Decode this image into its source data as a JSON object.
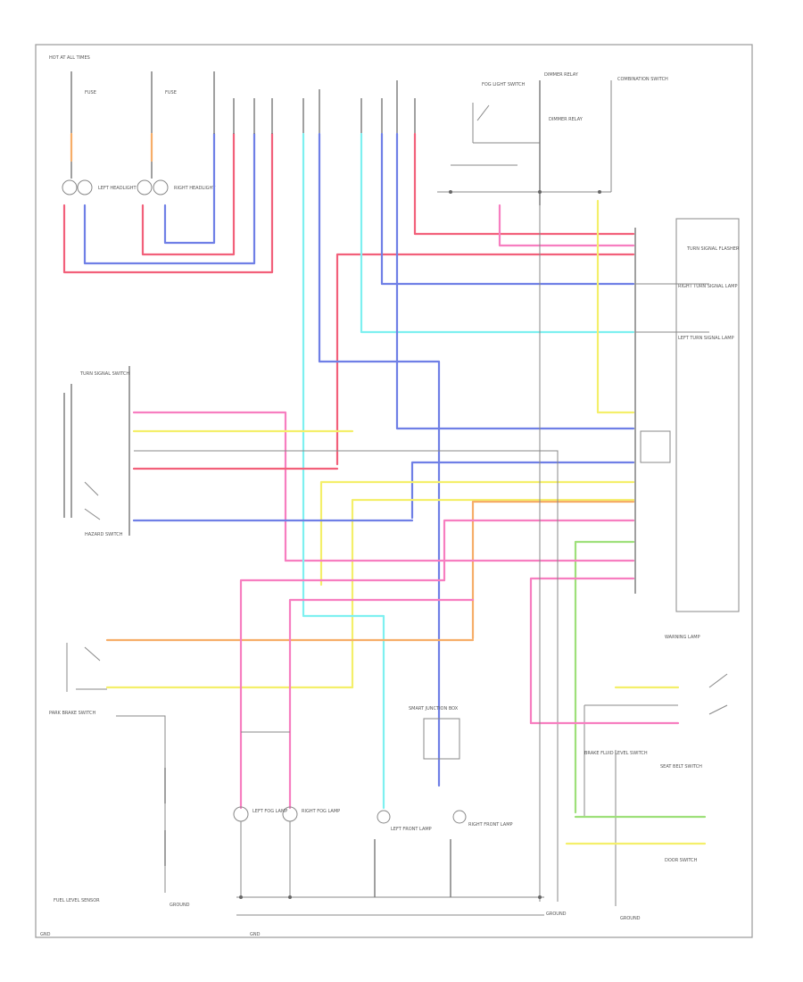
{
  "colors": {
    "red": "#f2607a",
    "pink": "#f77ec0",
    "blue": "#6f7fe6",
    "cyan": "#7ef0f0",
    "yellow": "#f4ef6a",
    "orange": "#f6ad68",
    "green": "#9ee07a",
    "gray": "#777777"
  },
  "labels": {
    "hot_at_all_times": "HOT AT ALL TIMES",
    "fuse_left": "FUSE",
    "fuse_right": "FUSE",
    "left_headlight": "LEFT HEADLIGHT",
    "right_headlight": "RIGHT HEADLIGHT",
    "combination_switch": "COMBINATION SWITCH",
    "fog_light_switch": "FOG LIGHT SWITCH",
    "dimmer_relay": "DIMMER RELAY",
    "left_turn_signal_lamp_lbl": "LEFT TURN SIGNAL LAMP",
    "right_turn_signal_lamp_lbl": "RIGHT TURN SIGNAL LAMP",
    "turn_switch": "TURN SIGNAL SWITCH",
    "hazard_switch": "HAZARD SWITCH",
    "turn_signal_flasher": "TURN SIGNAL FLASHER",
    "park_brake_switch": "PARK BRAKE SWITCH",
    "fuel_level_sensor": "FUEL LEVEL SENSOR",
    "brake_fluid": "BRAKE FLUID LEVEL SWITCH",
    "left_fog": "LEFT FOG LAMP",
    "right_fog": "RIGHT FOG LAMP",
    "left_front_lamp": "LEFT FRONT LAMP",
    "right_front_lamp": "RIGHT FRONT LAMP",
    "ground_left": "GROUND",
    "ground_right": "GROUND",
    "ground_center": "GROUND",
    "bottom_left": "GND",
    "bottom_mid": "GND",
    "smart_unit": "SMART JUNCTION BOX",
    "warning_lamp": "WARNING LAMP",
    "seat_belt": "SEAT BELT SWITCH",
    "door_switch": "DOOR SWITCH"
  }
}
